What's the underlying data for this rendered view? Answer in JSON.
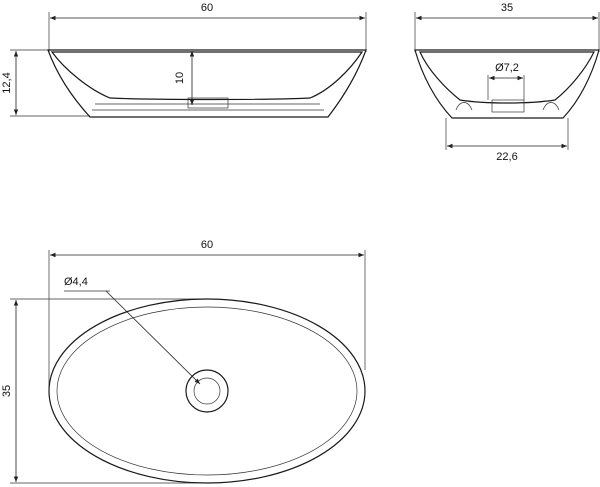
{
  "drawing": {
    "front_view": {
      "width_label": "60",
      "height_label": "12,4",
      "depth_label": "10"
    },
    "side_view": {
      "width_label": "35",
      "drain_label": "Ø7,2",
      "base_label": "22,6"
    },
    "top_view": {
      "width_label": "60",
      "height_label": "35",
      "drain_label": "Ø4,4"
    }
  }
}
